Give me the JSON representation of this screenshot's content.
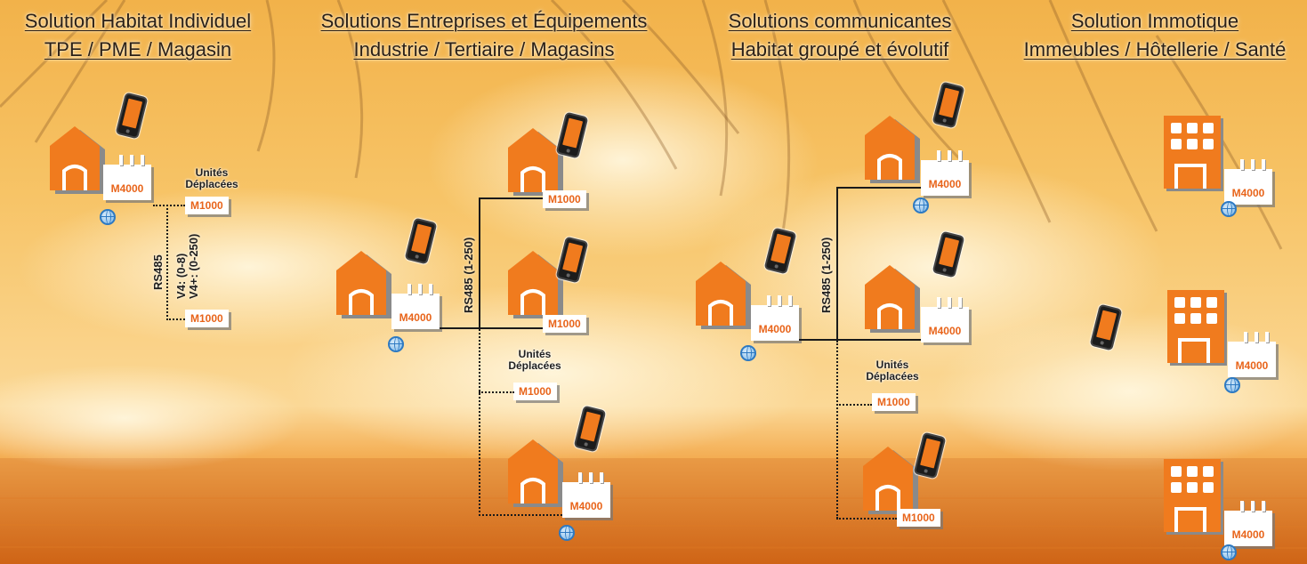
{
  "headings": [
    {
      "line1": "Solution Habitat Individuel",
      "line2": "TPE / PME / Magasin"
    },
    {
      "line1": "Solutions Entreprises et Équipements",
      "line2": "Industrie / Tertiaire / Magasins"
    },
    {
      "line1": "Solutions communicantes",
      "line2": "Habitat groupé et évolutif"
    },
    {
      "line1": "Solution Immotique",
      "line2": "Immeubles / Hôtellerie / Santé"
    }
  ],
  "devices": {
    "m4000": "M4000",
    "m1000": "M1000"
  },
  "labels": {
    "remote_units_line1": "Unités",
    "remote_units_line2": "Déplacées",
    "rs485": "RS485",
    "v4": "V4: (0-8)",
    "v4plus": "V4+: (0-250)",
    "rs485_range": "RS485  (1-250)"
  },
  "colors": {
    "accent": "#f07b1e",
    "device_text": "#e8641a",
    "globe": "#2d79c2"
  },
  "icons": [
    "house-icon",
    "building-icon",
    "smartphone-icon",
    "globe-icon",
    "antenna-icon"
  ]
}
